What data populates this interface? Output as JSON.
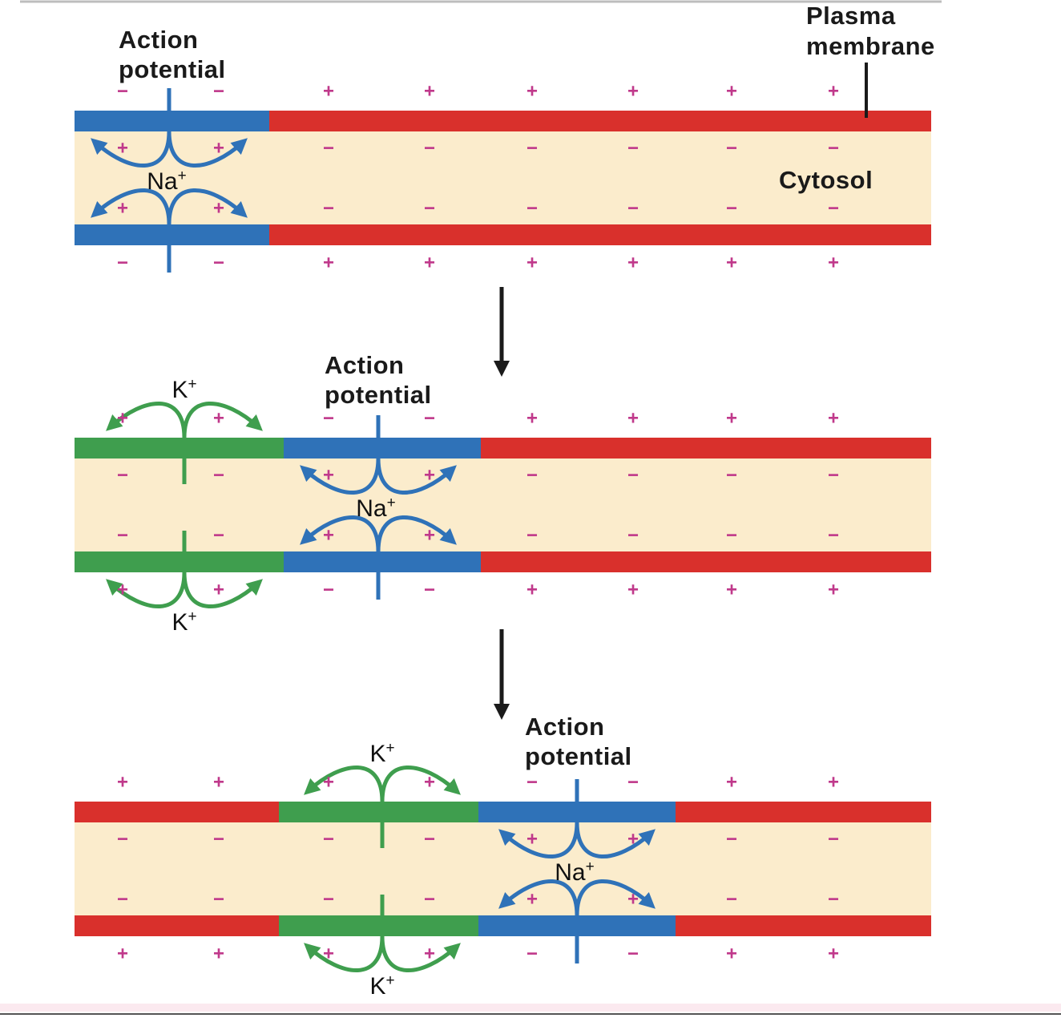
{
  "labels": {
    "action_line1": "Action",
    "action_line2": "potential",
    "plasma_line1": "Plasma",
    "plasma_line2": "membrane",
    "cytosol": "Cytosol",
    "na": "Na",
    "k": "K",
    "ion_plus": "+",
    "plus": "+",
    "minus": "−"
  },
  "colors": {
    "resting": "#d9302c",
    "depolarized": "#2f72b8",
    "repolarizing": "#3f9e4e",
    "cytosol": "#fbeccc",
    "charge": "#c0398b",
    "arrow": "#1a1a1a"
  }
}
